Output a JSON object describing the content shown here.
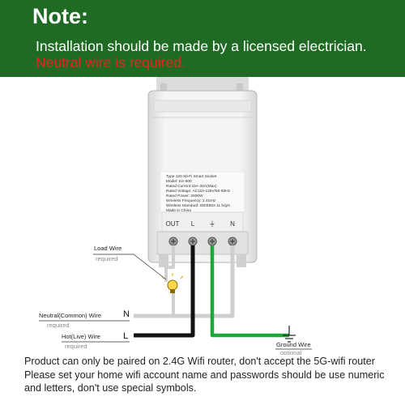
{
  "header": {
    "title": "Note:",
    "line1": "Installation should be made by a licensed electrician.",
    "line2": "Neutral wire is required."
  },
  "device": {
    "label_lines": [
      "Type 120 Wi-Fi Smart Socket",
      "Model: KS-600",
      "Rated Current:15A-20A(Max)",
      "Rated Voltage: AC110-125V/50-60Hz",
      "Rated Power: 2600W",
      "Wireless Frequency: 2.4GHz",
      "Wireless Standard: IEEE802.11 b/g/n",
      "Made in China"
    ],
    "terminals": [
      "OUT",
      "L",
      "⏚",
      "N"
    ]
  },
  "wires": {
    "load": {
      "label": "Load Wire",
      "sub": "required"
    },
    "neutral": {
      "label": "Neutral(Common) Wire",
      "sub": "required",
      "letter": "N"
    },
    "hot": {
      "label": "Hot(Live) Wire",
      "sub": "required",
      "letter": "L"
    },
    "ground": {
      "label": "Ground Wire",
      "sub": "optional"
    }
  },
  "footer": {
    "line1": "Product can only be paired on 2.4G Wifi router, don't accept the 5G-wifi router",
    "line2": "Please set your home wifi account name and passwords should be use numeric",
    "line3": "and letters, don't use special symbols."
  },
  "colors": {
    "banner": "#1f6b24",
    "warning_text": "#e3261d",
    "ground_wire": "#1fa83a",
    "neutral_wire": "#cfcfcf",
    "hot_wire": "#111111"
  }
}
